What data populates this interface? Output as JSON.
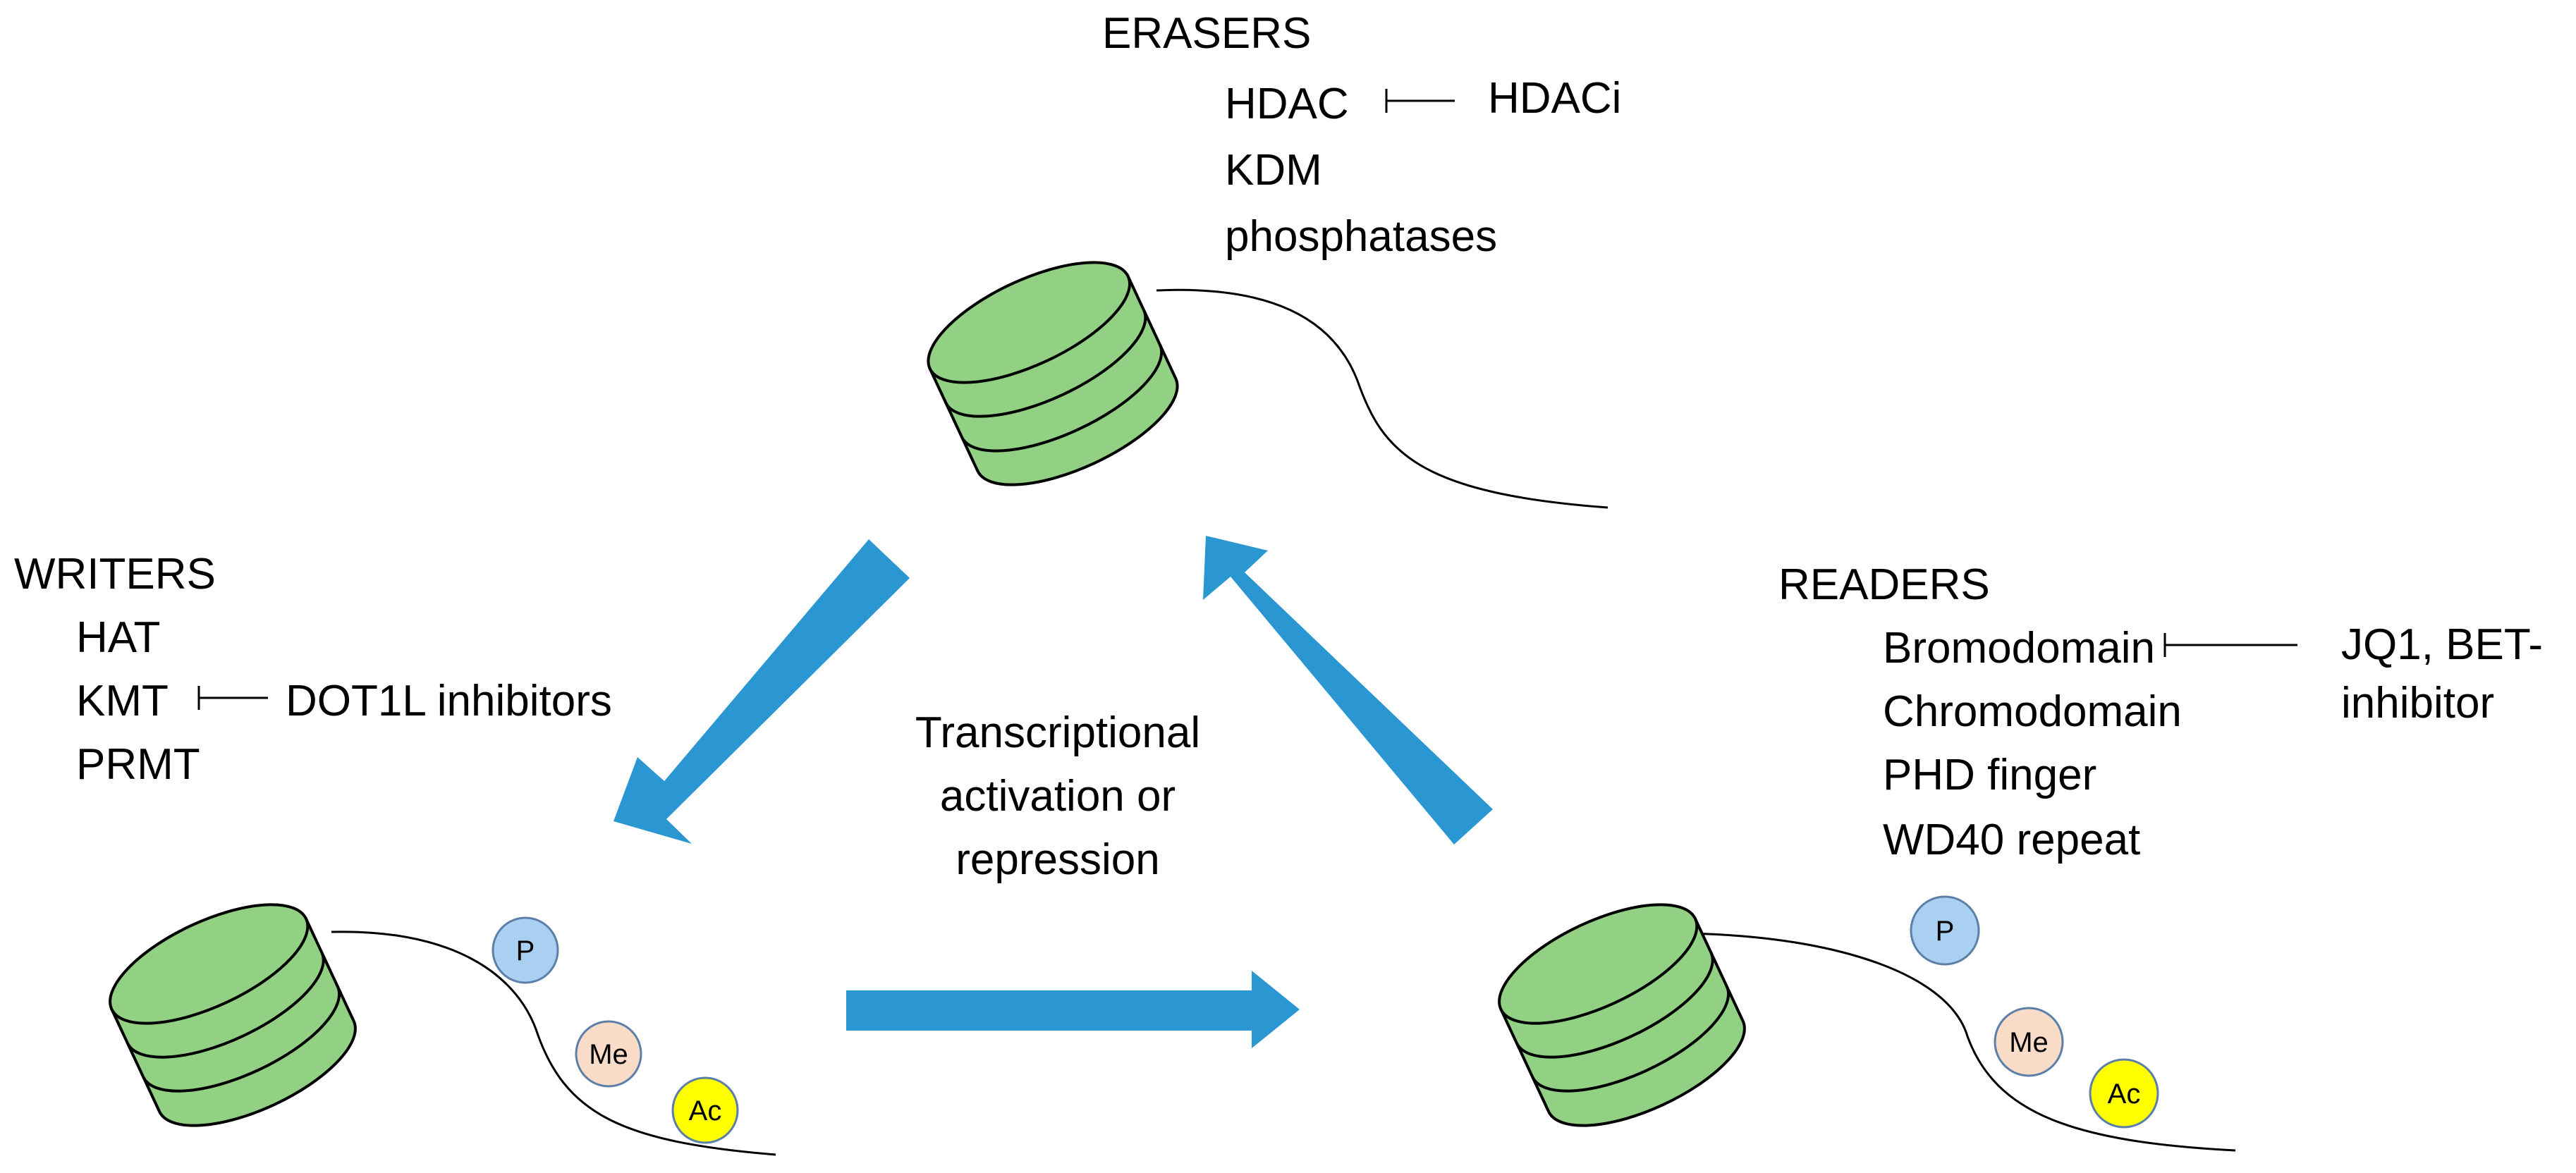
{
  "colors": {
    "nucleosome_fill": "#92D184",
    "nucleosome_stroke": "#000000",
    "arrow": "#2A97D3",
    "mark_p": "#A9D0F0",
    "mark_me": "#F9DCC8",
    "mark_ac": "#FFFF00",
    "mark_stroke": "#5B7FA8",
    "dna": "#000000"
  },
  "erasers": {
    "title": "ERASERS",
    "items": [
      "HDAC",
      "KDM",
      "phosphatases"
    ],
    "inhibitor": "HDACi"
  },
  "writers": {
    "title": "WRITERS",
    "items": [
      "HAT",
      "KMT",
      "PRMT"
    ],
    "inhibitor": "DOT1L inhibitors"
  },
  "readers": {
    "title": "READERS",
    "items": [
      "Bromodomain",
      "Chromodomain",
      "PHD finger",
      "WD40 repeat"
    ],
    "inhibitor_lines": [
      "JQ1, BET-",
      "inhibitor"
    ]
  },
  "center": {
    "lines": [
      "Transcriptional",
      "activation or",
      "repression"
    ]
  },
  "marks": {
    "p": "P",
    "me": "Me",
    "ac": "Ac"
  }
}
